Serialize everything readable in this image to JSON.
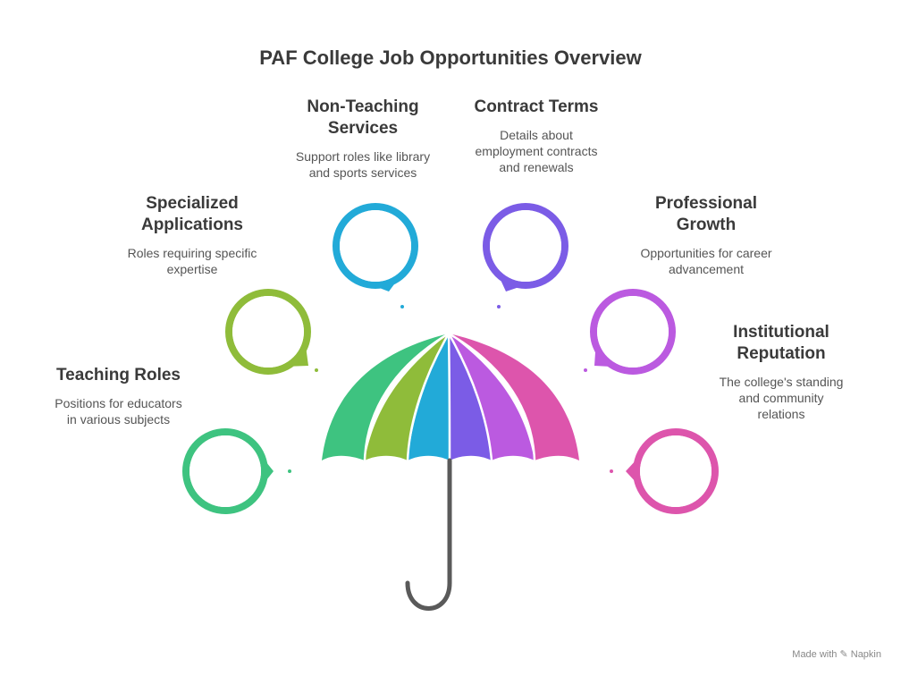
{
  "title": "PAF College Job Opportunities Overview",
  "items": [
    {
      "key": "teaching",
      "title": "Teaching Roles",
      "desc": "Positions for educators\nin various subjects",
      "color": "#3ec380"
    },
    {
      "key": "specialized",
      "title": "Specialized\nApplications",
      "desc": "Roles requiring specific\nexpertise",
      "color": "#8fbc3a"
    },
    {
      "key": "nonteaching",
      "title": "Non-Teaching\nServices",
      "desc": "Support roles like library\nand sports services",
      "color": "#22aad8"
    },
    {
      "key": "contract",
      "title": "Contract Terms",
      "desc": "Details about\nemployment contracts\nand renewals",
      "color": "#7b5ce6"
    },
    {
      "key": "growth",
      "title": "Professional\nGrowth",
      "desc": "Opportunities for career\nadvancement",
      "color": "#bb5ae0"
    },
    {
      "key": "reputation",
      "title": "Institutional\nReputation",
      "desc": "The college's standing\nand community\nrelations",
      "color": "#dd55ac"
    }
  ],
  "umbrella_colors": [
    "#3ec380",
    "#8fbc3a",
    "#22aad8",
    "#7b5ce6",
    "#bb5ae0",
    "#dd55ac"
  ],
  "handle_color": "#5a5a5a",
  "footer": "Made with ✎ Napkin"
}
